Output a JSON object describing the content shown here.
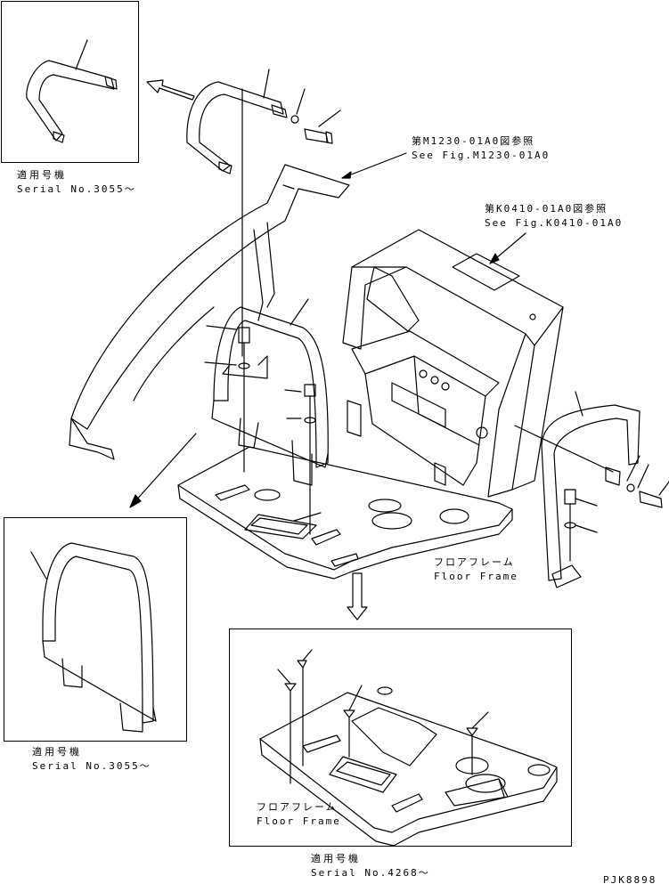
{
  "annotations": {
    "ref_m1230_jp": "第M1230-01A0図参照",
    "ref_m1230_en": "See Fig.M1230-01A0",
    "ref_k0410_jp": "第K0410-01A0図参照",
    "ref_k0410_en": "See Fig.K0410-01A0",
    "floor_frame_jp": "フロアフレーム",
    "floor_frame_en": "Floor Frame",
    "bottom_floor_frame_jp": "フロアフレーム",
    "bottom_floor_frame_en": "Floor Frame"
  },
  "insets": {
    "top_left": {
      "applicable_jp": "適用号機",
      "serial": "Serial No.3055～"
    },
    "middle_left": {
      "applicable_jp": "適用号機",
      "serial": "Serial No.3055～"
    },
    "bottom": {
      "applicable_jp": "適用号機",
      "serial": "Serial No.4268～"
    }
  },
  "drawing_code": "PJK8898",
  "colors": {
    "line": "#000000",
    "background": "#ffffff"
  }
}
